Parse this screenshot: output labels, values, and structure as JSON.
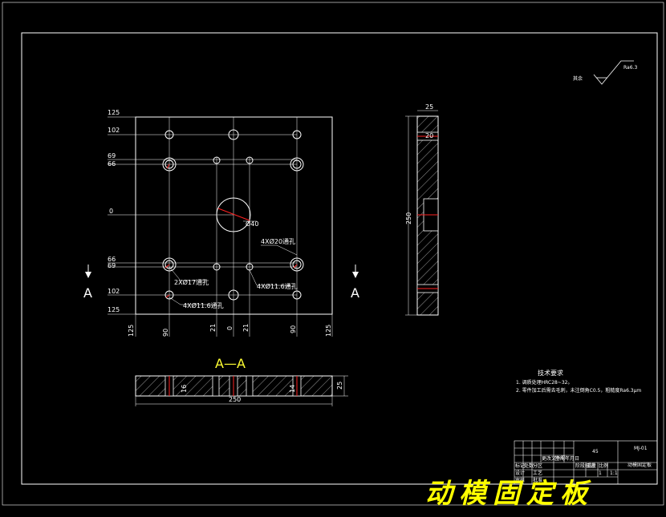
{
  "drawing": {
    "caption": "动模固定板",
    "surface_finish": {
      "symbol_note": "Ra6.3",
      "left_note": "其余"
    },
    "plan_view": {
      "dims_left": [
        "125",
        "102",
        "69",
        "66",
        "0",
        "66",
        "69",
        "102",
        "125"
      ],
      "dims_bottom": [
        "125",
        "90",
        "21",
        "0",
        "21",
        "90",
        "125"
      ],
      "callouts": [
        "Ø40",
        "4XØ20通孔",
        "2XØ17通孔",
        "4XØ11.6通孔",
        "4XØ11.6通孔"
      ],
      "section_marker": "A"
    },
    "side_view": {
      "dims": [
        "25",
        "20",
        "250"
      ]
    },
    "section_view": {
      "title": "A—A",
      "dims": [
        "16",
        "14",
        "25",
        "250"
      ]
    },
    "tech_requirements": {
      "title": "技术要求",
      "items": [
        "1. 调质处理HRC28~32。",
        "2. 零件加工后需去毛刺，未注倒角C0.5，粗糙度Ra6.3μm"
      ]
    },
    "title_block": {
      "material": "45",
      "scale": "1:1",
      "part_name": "动模固定板",
      "count": "1",
      "drawing_no": "MJ-01",
      "headers": [
        "标记",
        "处数",
        "分区",
        "更改文件号",
        "签名",
        "年月日"
      ],
      "rows": [
        "设计",
        "审核",
        "工艺",
        "批准"
      ],
      "fields": [
        "阶段标记",
        "重量",
        "比例"
      ]
    }
  }
}
